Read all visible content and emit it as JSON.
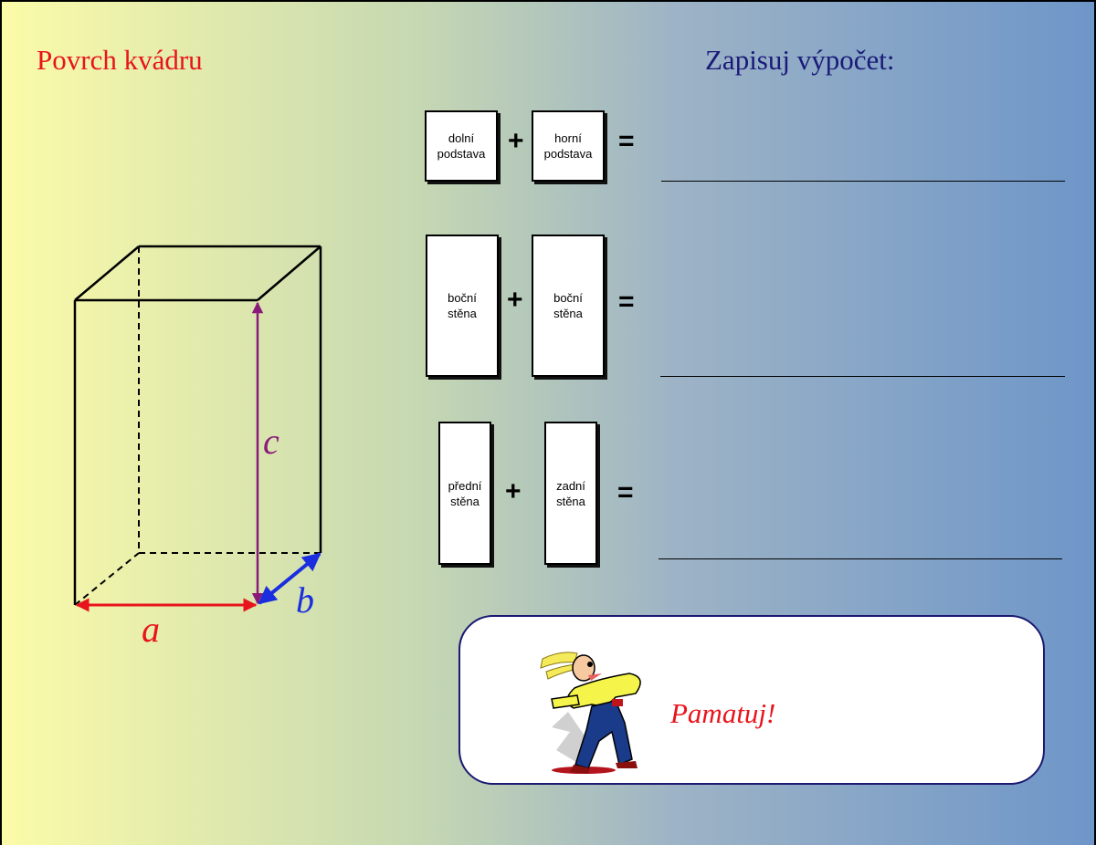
{
  "title": "Povrch kvádru",
  "instruction": "Zapisuj výpočet:",
  "rows": [
    {
      "left": "dolní\npodstava",
      "op": "+",
      "right": "horní\npodstava",
      "eq": "="
    },
    {
      "left": "boční\nstěna",
      "op": "+",
      "right": "boční\nstěna",
      "eq": "="
    },
    {
      "left": "přední\nstěna",
      "op": "+",
      "right": "zadní\nstěna",
      "eq": "="
    }
  ],
  "edges": {
    "a": "a",
    "b": "b",
    "c": "c"
  },
  "edge_colors": {
    "a": "#e8141c",
    "b": "#1a2ee0",
    "c": "#8a1a7a"
  },
  "callout": {
    "text": "Pamatuj!",
    "icon": "running-man-icon"
  }
}
